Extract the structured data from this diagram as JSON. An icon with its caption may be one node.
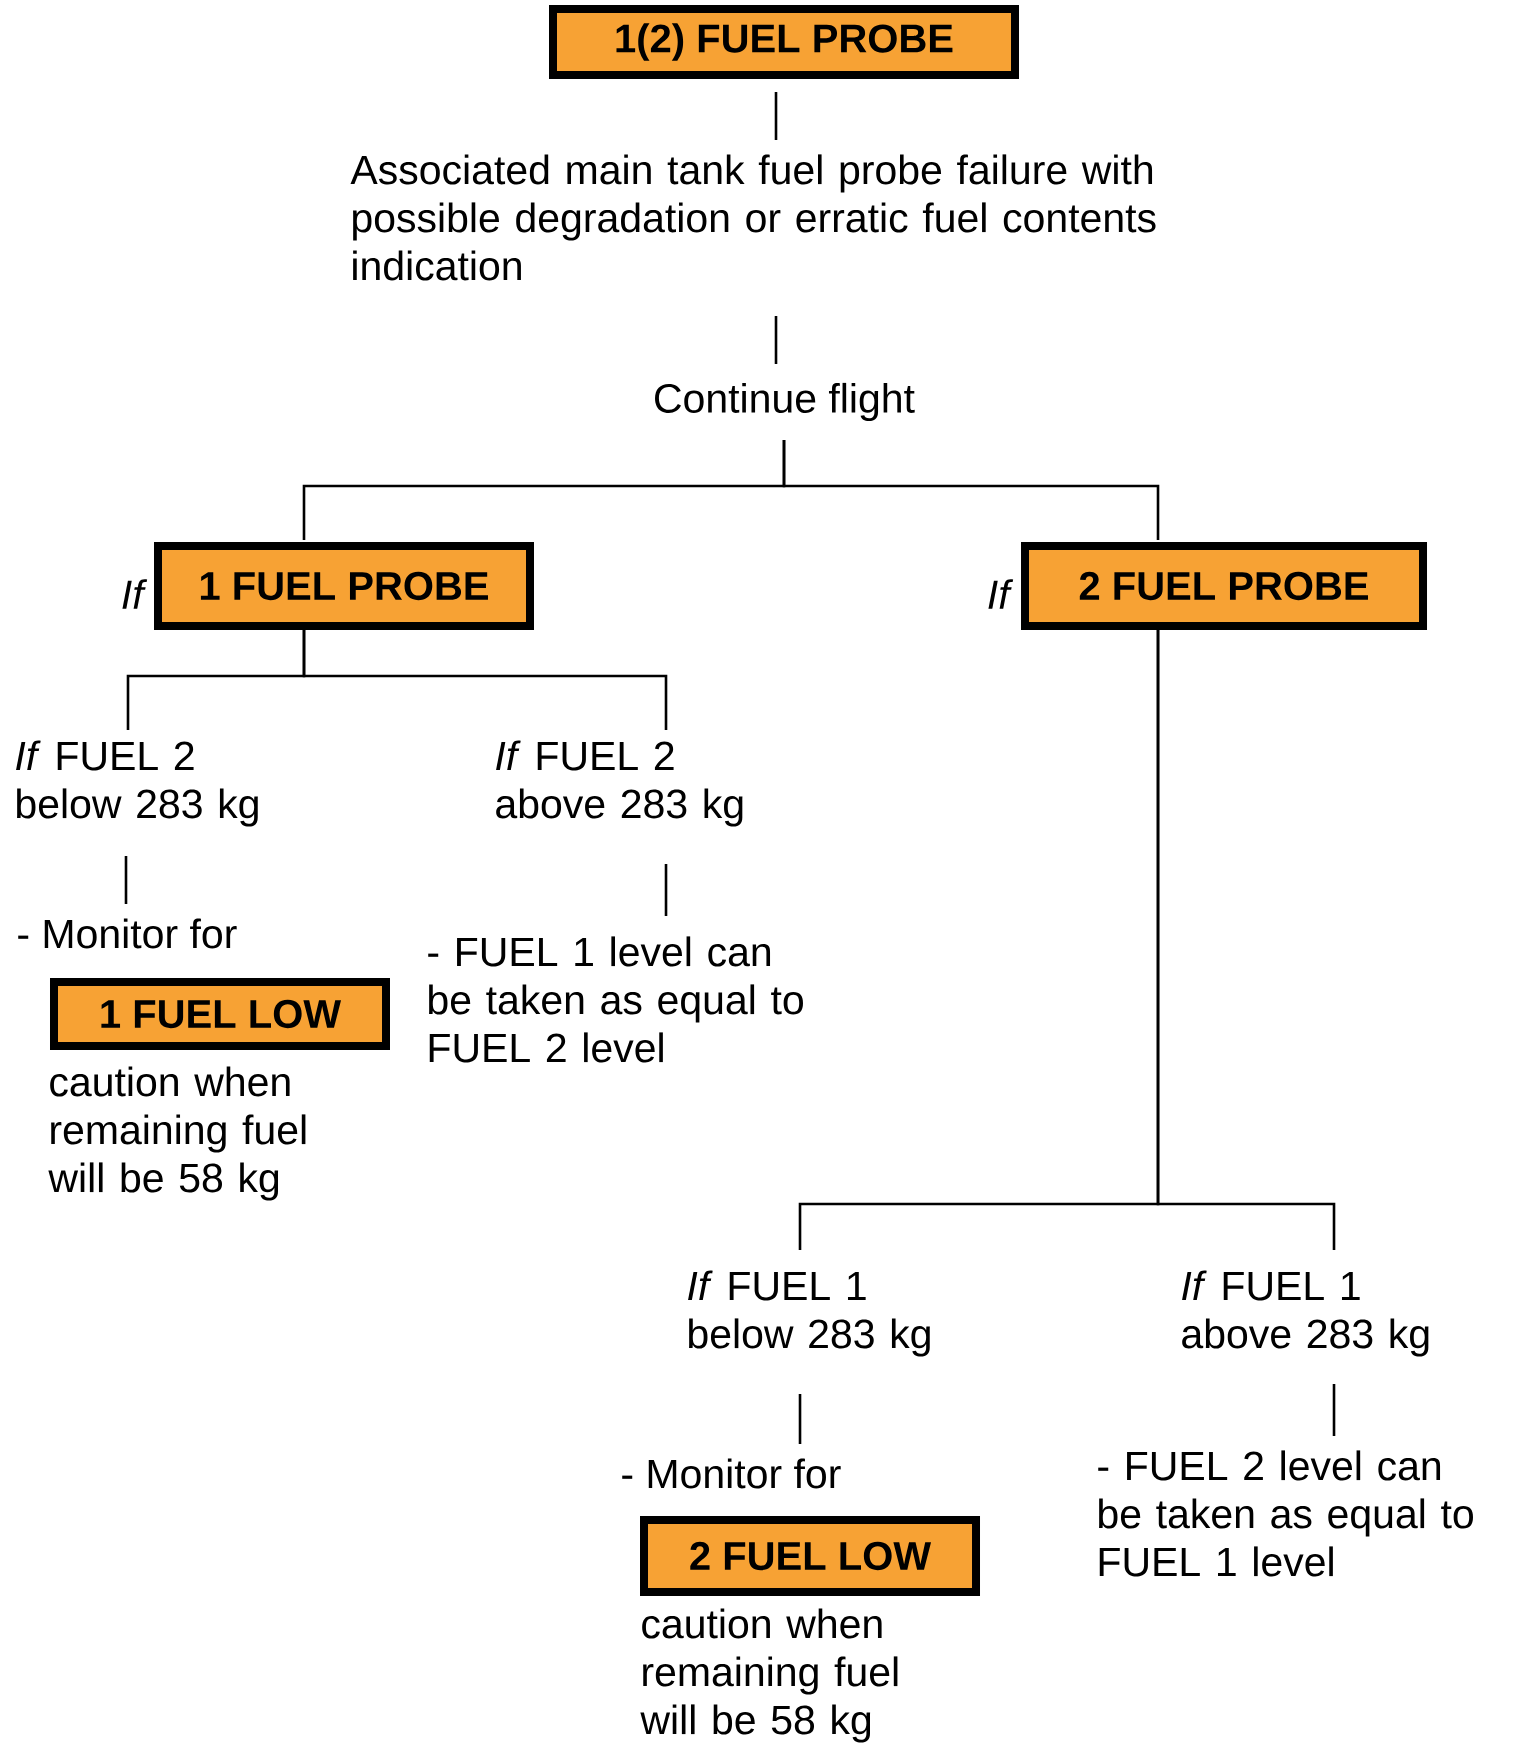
{
  "diagram": {
    "nodes": [
      {
        "text": [
          "1(2) FUEL PROBE"
        ]
      },
      {
        "text": [
          "Associated main tank fuel probe failure with possible degradation or erratic fuel contents indication"
        ]
      },
      {
        "text": [
          "Continue flight"
        ]
      },
      {
        "text": [
          "1 FUEL PROBE"
        ],
        "beside": [
          "If"
        ]
      },
      {
        "text": [
          "2 FUEL PROBE"
        ],
        "beside": [
          "If"
        ]
      },
      {
        "text": [
          "*If* FUEL 2 below 283 kg"
        ]
      },
      {
        "text": [
          "*If* FUEL 2 above 283 kg"
        ]
      },
      {
        "text": [
          "- Monitor for"
        ]
      },
      {
        "text": [
          "1 FUEL LOW"
        ],
        "beside": [
          "caution when remaining fuel will be 58 kg"
        ]
      },
      {
        "text": [
          "- FUEL 1 level can be taken as equal to FUEL 2 level"
        ]
      },
      {
        "text": [
          "*If* FUEL 1 below 283 kg"
        ]
      },
      {
        "text": [
          "*If* FUEL 1 above 283 kg"
        ]
      },
      {
        "text": [
          "- Monitor for"
        ]
      },
      {
        "text": [
          "2 FUEL LOW"
        ],
        "beside": [
          "caution when remaining fuel will be 58 kg"
        ]
      },
      {
        "text": [
          "- FUEL 2 level can be taken as equal to FUEL 1 level"
        ]
      }
    ],
    "edges": [
      {
        "from": 0,
        "to": 1,
        "arrow": "none"
      },
      {
        "from": 1,
        "to": 2,
        "arrow": "none"
      },
      {
        "from": 2,
        "to": 3,
        "arrow": "none"
      },
      {
        "from": 2,
        "to": 4,
        "arrow": "none"
      },
      {
        "from": 3,
        "to": 5,
        "arrow": "none"
      },
      {
        "from": 3,
        "to": 6,
        "arrow": "none"
      },
      {
        "from": 4,
        "to": 10,
        "arrow": "none"
      },
      {
        "from": 4,
        "to": 11,
        "arrow": "none"
      },
      {
        "from": 5,
        "to": 7,
        "arrow": "none"
      },
      {
        "from": 6,
        "to": 9,
        "arrow": "none"
      },
      {
        "from": 10,
        "to": 12,
        "arrow": "none"
      },
      {
        "from": 11,
        "to": 14,
        "arrow": "none"
      }
    ]
  }
}
